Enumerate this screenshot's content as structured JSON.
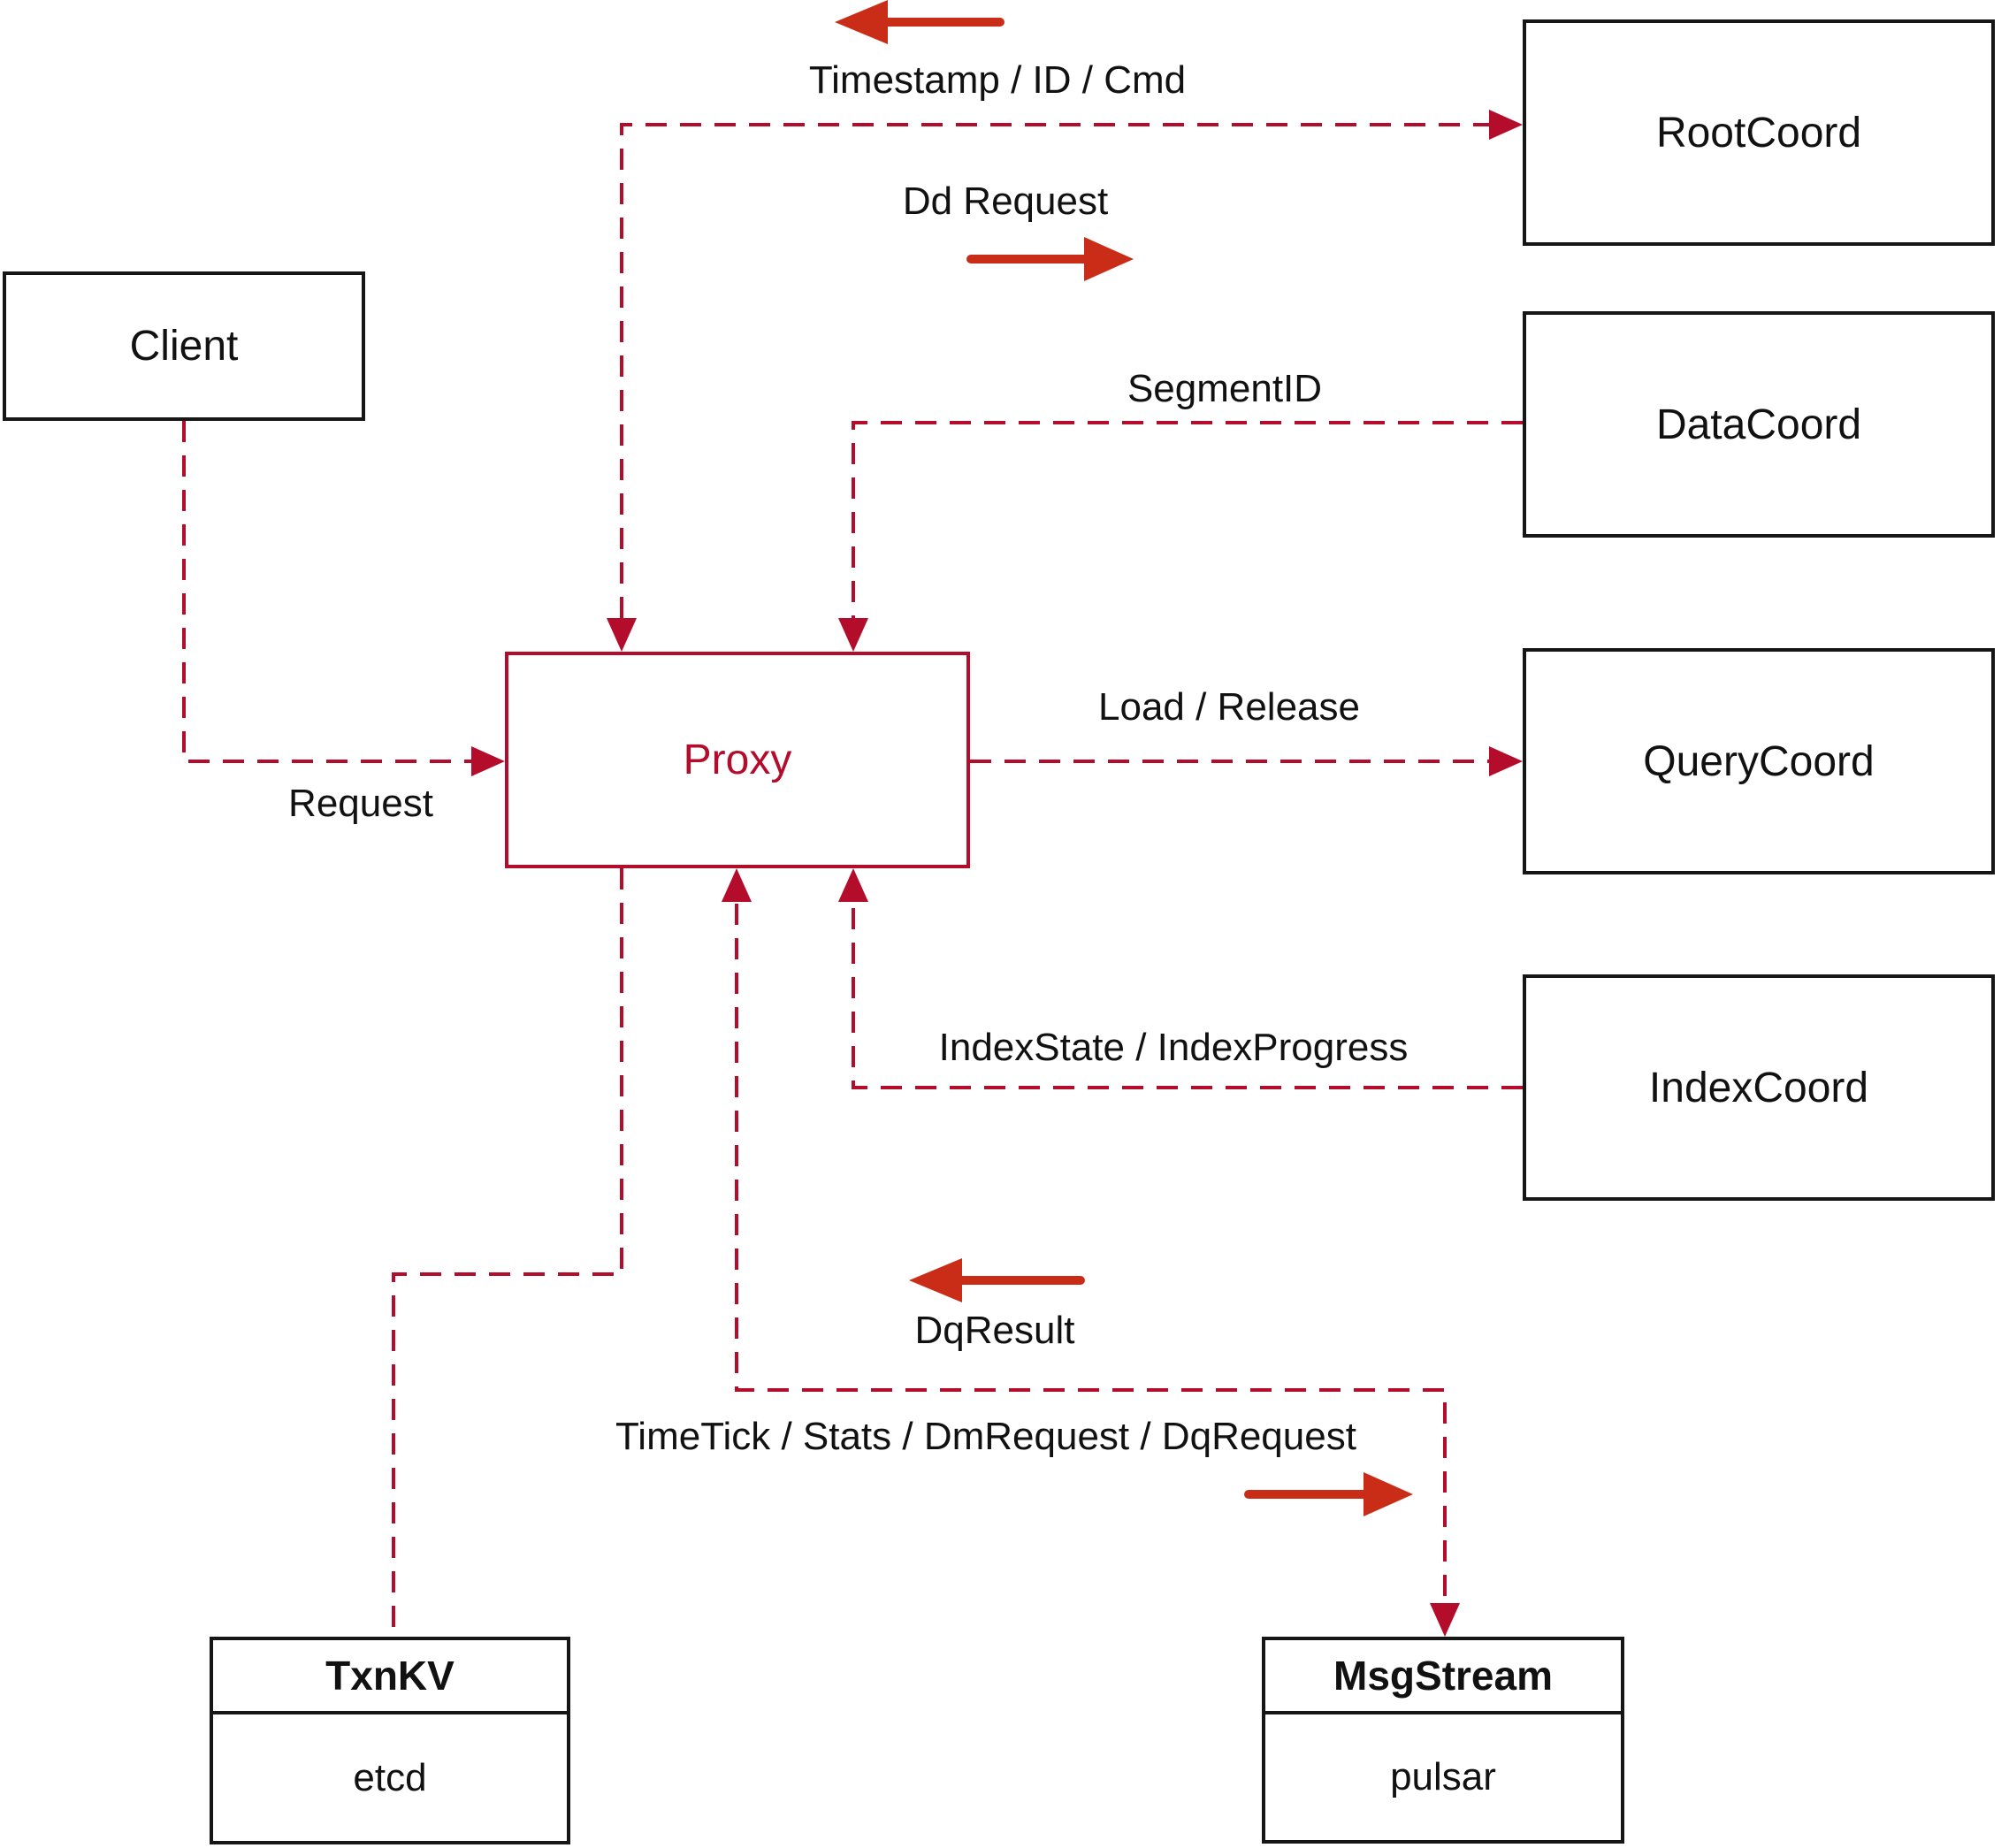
{
  "diagram": {
    "colors": {
      "edge": "#b40c2b",
      "solid_arrow": "#c92d18",
      "node_border": "#161616",
      "text": "#111111",
      "background": "#ffffff"
    },
    "nodes": {
      "client": {
        "label": "Client"
      },
      "proxy": {
        "label": "Proxy"
      },
      "root_coord": {
        "label": "RootCoord"
      },
      "data_coord": {
        "label": "DataCoord"
      },
      "query_coord": {
        "label": "QueryCoord"
      },
      "index_coord": {
        "label": "IndexCoord"
      },
      "txn_kv": {
        "title": "TxnKV",
        "impl": "etcd"
      },
      "msg_stream": {
        "title": "MsgStream",
        "impl": "pulsar"
      }
    },
    "edge_labels": {
      "timestamp_id_cmd": "Timestamp / ID / Cmd",
      "dd_request": "Dd Request",
      "segment_id": "SegmentID",
      "load_release": "Load / Release",
      "request": "Request",
      "index_state_progress": "IndexState / IndexProgress",
      "dq_result": "DqResult",
      "time_tick_stats": "TimeTick / Stats / DmRequest / DqRequest"
    }
  }
}
